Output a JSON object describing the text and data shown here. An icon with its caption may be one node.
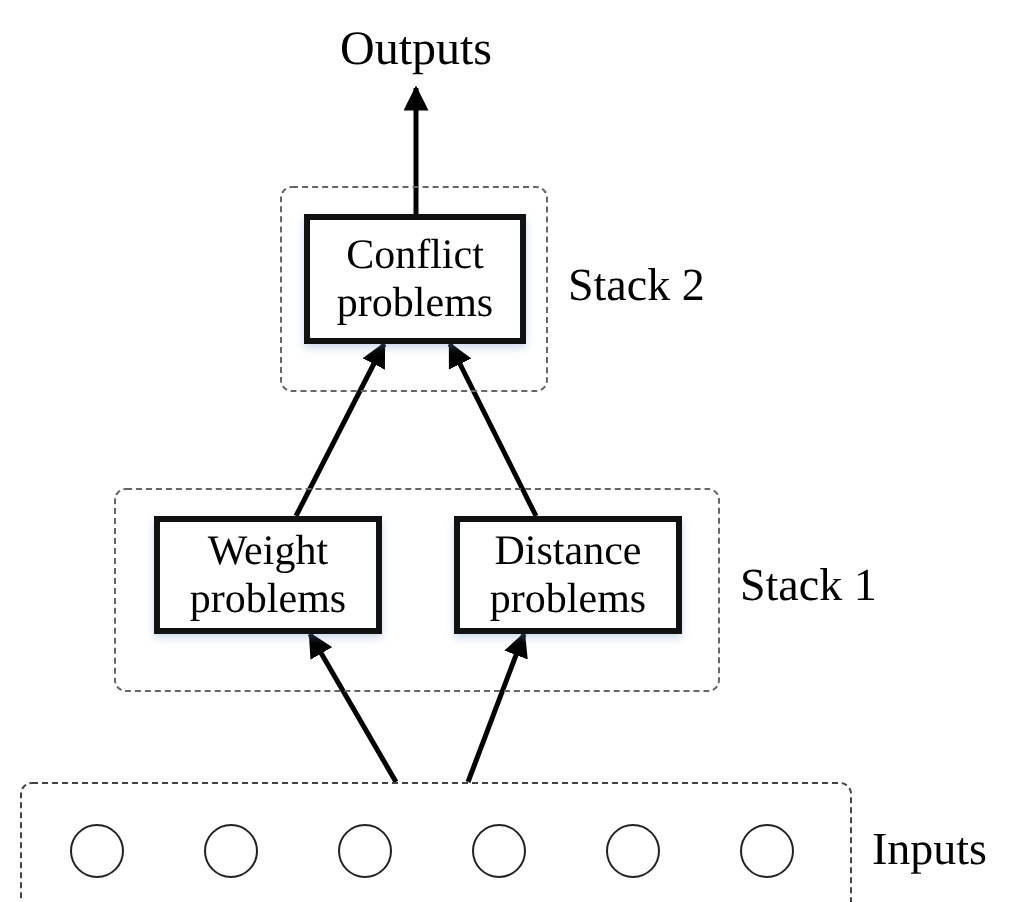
{
  "diagram": {
    "nodes": [
      {
        "text": [
          "Outputs"
        ]
      },
      {
        "text": [
          "Stack 2"
        ]
      },
      {
        "text": [
          "Conflict problems"
        ],
        "in": 1
      },
      {
        "text": [
          "Stack 1"
        ]
      },
      {
        "text": [
          "Weight problems"
        ],
        "in": 3
      },
      {
        "text": [
          "Distance problems"
        ],
        "in": 3
      },
      {
        "text": [
          "Inputs"
        ]
      },
      {
        "text": [],
        "shape": "circle",
        "in": 6
      },
      {
        "text": [],
        "shape": "circle",
        "in": 6
      },
      {
        "text": [],
        "shape": "circle",
        "in": 6
      },
      {
        "text": [],
        "shape": "circle",
        "in": 6
      },
      {
        "text": [],
        "shape": "circle",
        "in": 6
      },
      {
        "text": [],
        "shape": "circle",
        "in": 6
      }
    ],
    "edges": [
      {
        "from": 2,
        "to": 0,
        "arrow": "to"
      },
      {
        "from": 4,
        "to": 2,
        "arrow": "to"
      },
      {
        "from": 5,
        "to": 2,
        "arrow": "to"
      },
      {
        "from": 6,
        "to": 4,
        "arrow": "to"
      },
      {
        "from": 6,
        "to": 5,
        "arrow": "to"
      }
    ]
  }
}
